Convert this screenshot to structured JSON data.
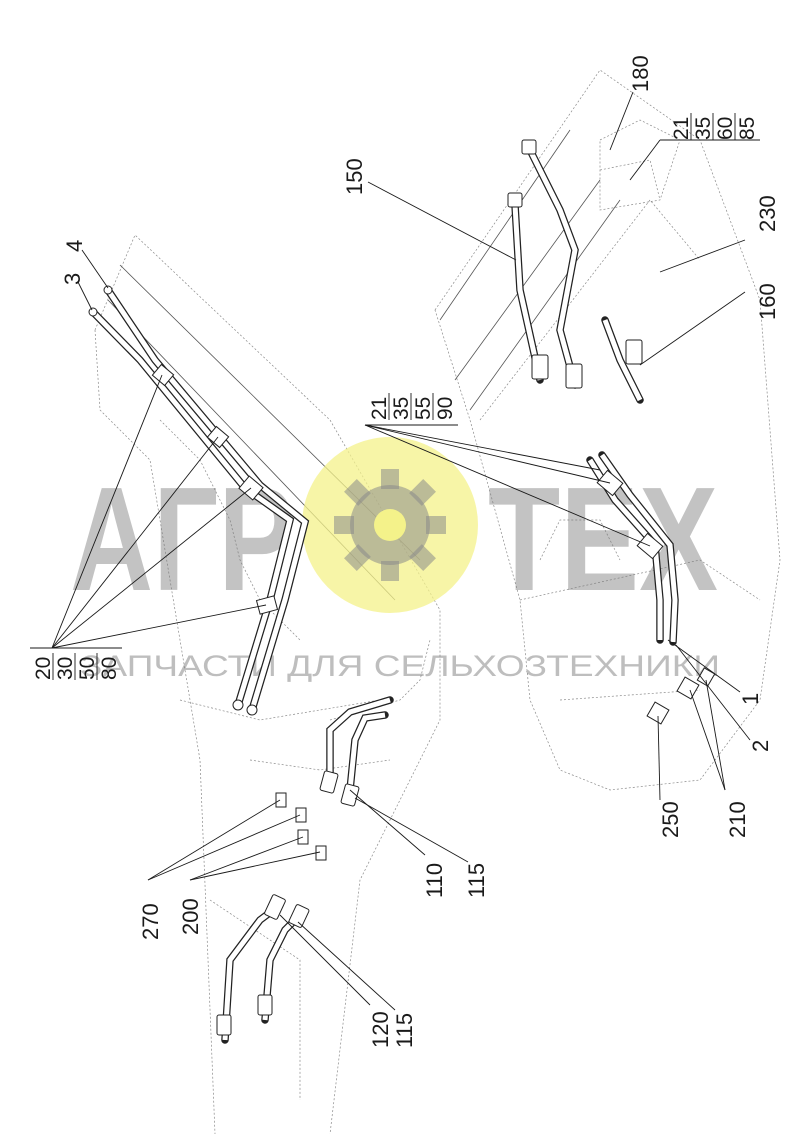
{
  "watermark": {
    "text_left": "АГР",
    "text_right": "ТЕХ",
    "subtitle": "ЗАПЧАСТИ ДЛЯ СЕЛЬХОЗТЕХНИКИ",
    "logo_color": "#f4f28a",
    "text_color": "#7a7a7a"
  },
  "labels": {
    "l3": "3",
    "l4": "4",
    "l150": "150",
    "l180": "180",
    "l230": "230",
    "l160": "160",
    "l1": "1",
    "l2": "2",
    "l250": "250",
    "l210": "210",
    "l110": "110",
    "l115a": "115",
    "l120": "120",
    "l115b": "115",
    "l270": "270",
    "l200": "200"
  },
  "stacks": {
    "top_right": [
      "21",
      "35",
      "60",
      "85"
    ],
    "middle": [
      "21",
      "35",
      "55",
      "90"
    ],
    "left": [
      "20",
      "30",
      "50",
      "80"
    ]
  }
}
